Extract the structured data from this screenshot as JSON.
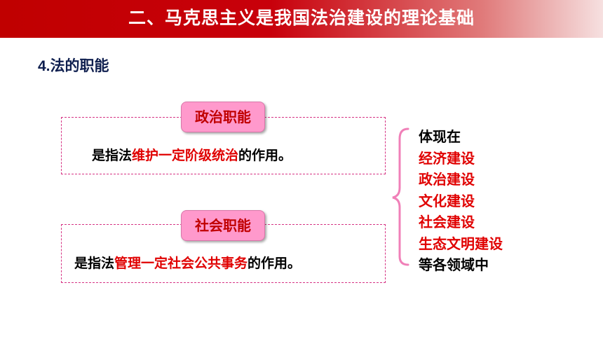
{
  "header": {
    "title": "二、马克思主义是我国法治建设的理论基础"
  },
  "section": {
    "title": "4.法的职能"
  },
  "political": {
    "label": "政治职能",
    "prefix": "是指法",
    "highlight": "维护一定阶级统治",
    "suffix": "的作用。"
  },
  "social": {
    "label": "社会职能",
    "prefix": "是指法",
    "highlight": "管理一定社会公共事务",
    "suffix": "的作用。"
  },
  "fields": {
    "intro": "体现在",
    "items": [
      "经济建设",
      "政治建设",
      "文化建设",
      "社会建设",
      "生态文明建设"
    ],
    "outro": "等各领域中"
  },
  "colors": {
    "header_red": "#c00000",
    "highlight_red": "#e00000",
    "pill_pink": "#ff99cc",
    "dash_pink": "#d63384",
    "section_navy": "#0f1f4f"
  }
}
